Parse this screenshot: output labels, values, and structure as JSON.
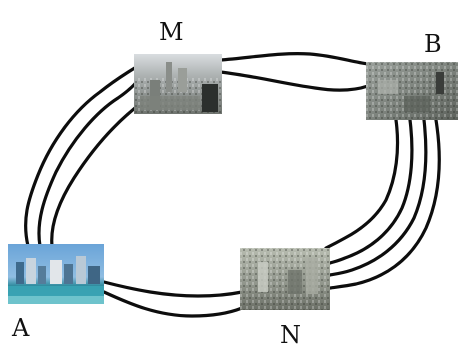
{
  "diagram": {
    "cities": [
      {
        "id": "M",
        "label": "M"
      },
      {
        "id": "B",
        "label": "B"
      },
      {
        "id": "A",
        "label": "A"
      },
      {
        "id": "N",
        "label": "N"
      }
    ],
    "roads": [
      {
        "from": "A",
        "to": "M",
        "count": 3
      },
      {
        "from": "M",
        "to": "B",
        "count": 2
      },
      {
        "from": "B",
        "to": "N",
        "count": 4
      },
      {
        "from": "A",
        "to": "N",
        "count": 2
      }
    ]
  }
}
